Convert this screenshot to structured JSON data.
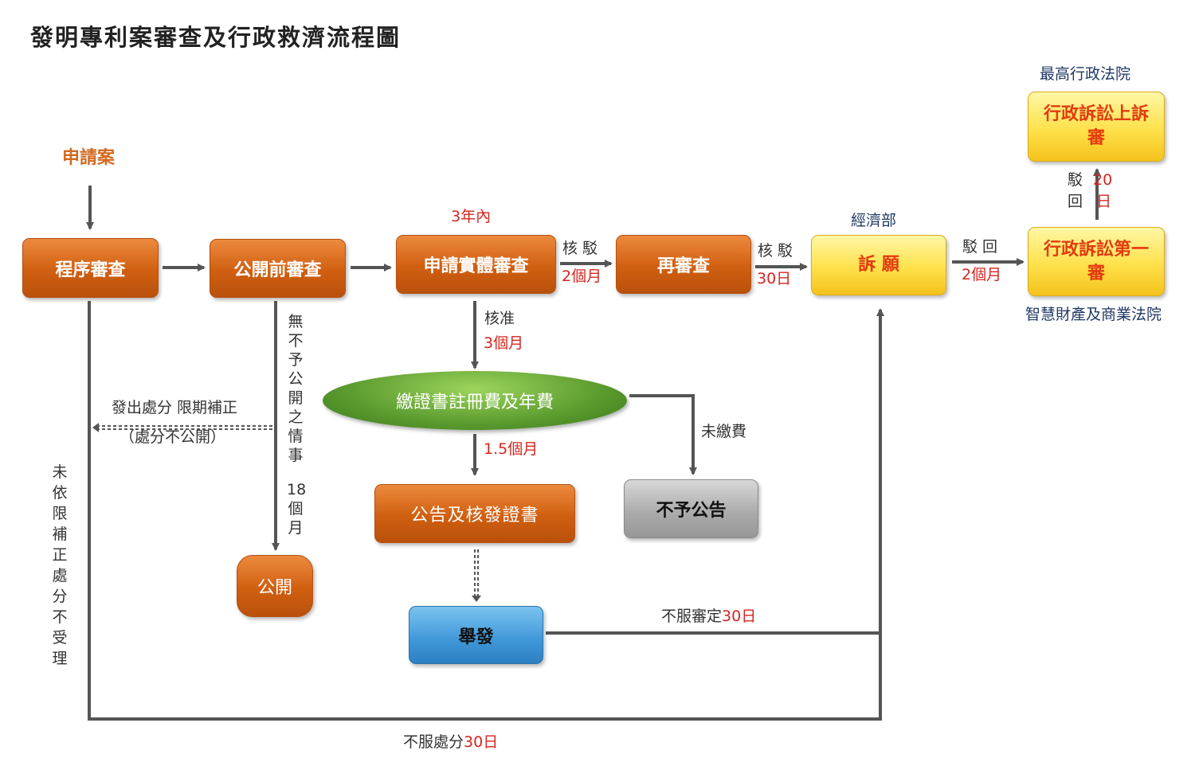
{
  "title": "發明專利案審查及行政救濟流程圖",
  "colors": {
    "orange": "#d05f10",
    "yellow": "#ffe14a",
    "gray": "#a9a9a9",
    "blue": "#3f97d8",
    "green": "#5a9a2e",
    "red_text": "#d6251f",
    "line": "#555555"
  },
  "labels": {
    "application": "申請案",
    "procedural_review": "程序審查",
    "pre_publication_review": "公開前審查",
    "substantive_review": "申請實體審查",
    "re_examination": "再審查",
    "appeal": "訴 願",
    "admin_litigation_first": "行政訴訟第一審",
    "admin_litigation_appeal": "行政訴訟上訴審",
    "pay_fees": "繳證書註冊費及年費",
    "announce_issue": "公告及核發證書",
    "no_announcement": "不予公告",
    "invalidation": "舉發",
    "publication": "公開"
  },
  "annotations": {
    "three_years": "3年內",
    "ministry": "經濟部",
    "supreme_court": "最高行政法院",
    "ip_court": "智慧財產及商業法院",
    "reject1_a": "核 駁",
    "reject1_b": "2個月",
    "reject2_a": "核 駁",
    "reject2_b": "30日",
    "dismiss_a": "駁 回",
    "dismiss_b": "2個月",
    "dismiss_up_a": "駁",
    "dismiss_up_b": "回",
    "dismiss_up_c": "20",
    "dismiss_up_d": "日",
    "approve_a": "核准",
    "approve_b": "3個月",
    "one_half_month": "1.5個月",
    "unpaid": "未繳費",
    "disposal_a": "發出處分 限期補正",
    "disposal_b": "（處分不公開）",
    "no_disclosure": "無不予公開之情事",
    "eighteen": "18",
    "months": "個月",
    "not_corrected": "未依限補正處分不受理",
    "disagree_review": "不服審定",
    "thirty_days": "30日",
    "disagree_disposal": "不服處分"
  }
}
